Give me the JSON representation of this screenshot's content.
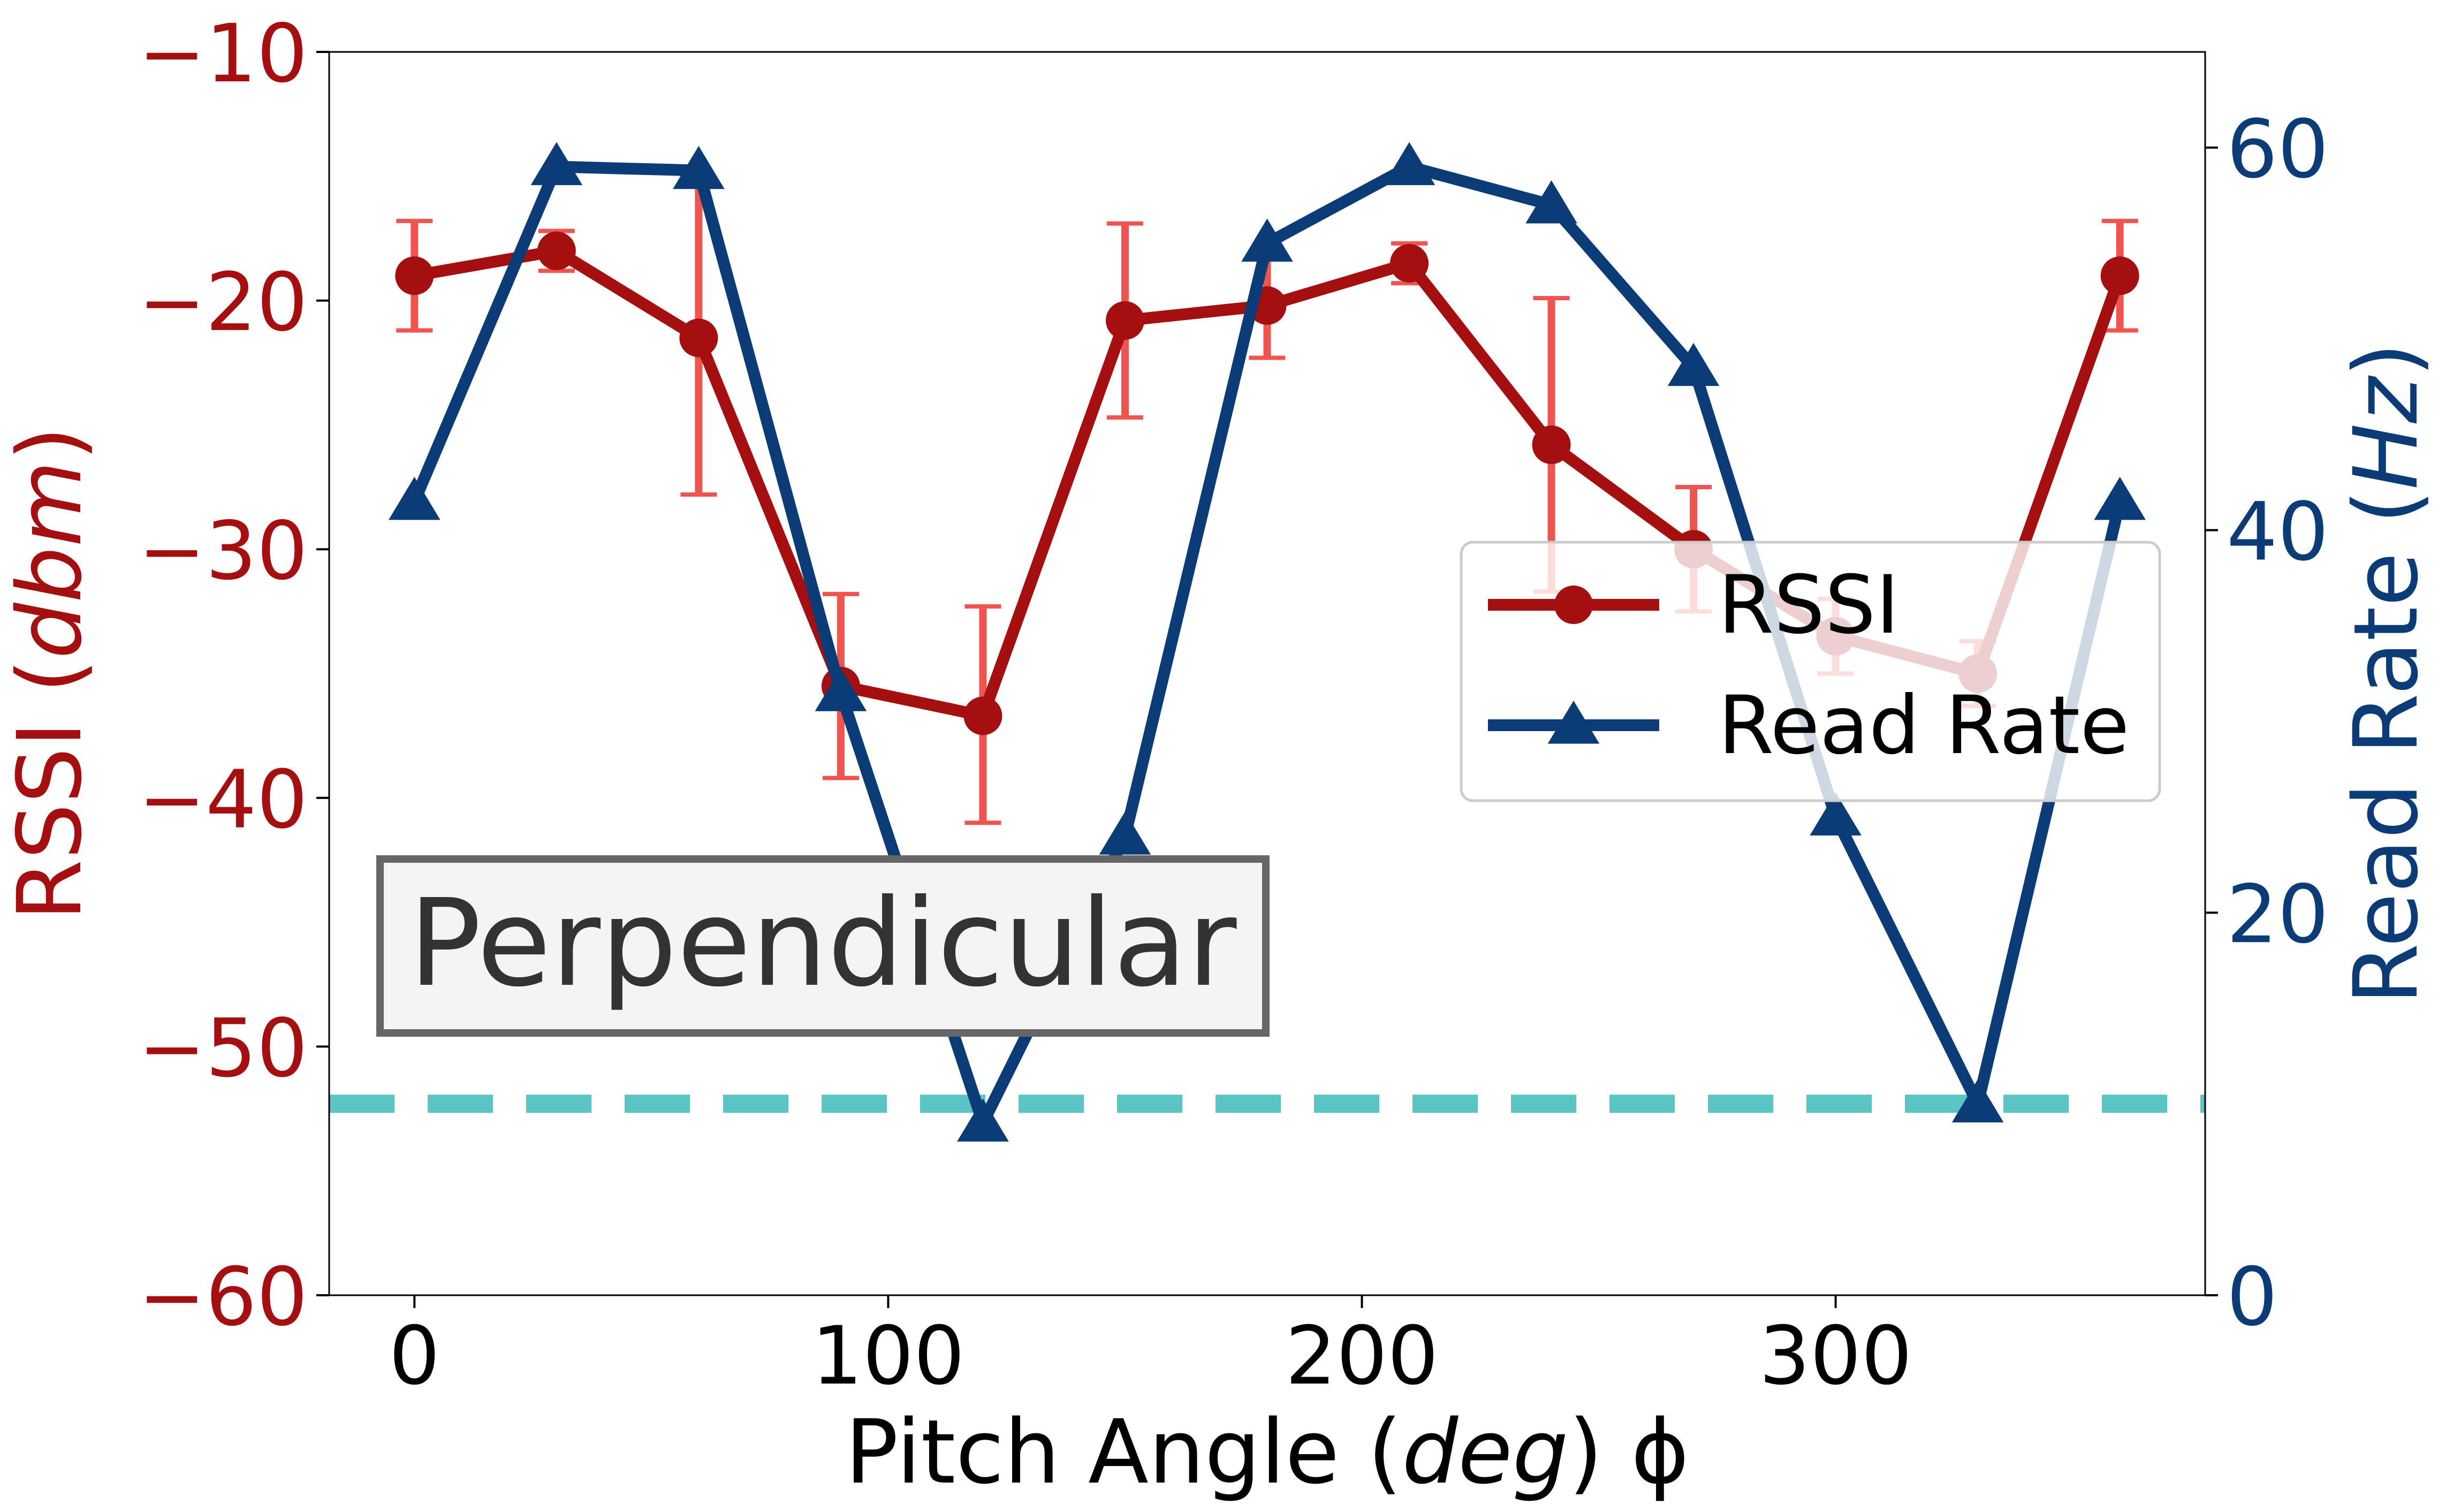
{
  "chart_data": {
    "type": "line",
    "xlabel": {
      "prefix": "Pitch Angle (",
      "italic": "deg",
      "suffix": ") ϕ"
    },
    "ylabel_left": {
      "prefix": "RSSI (",
      "italic": "dbm",
      "suffix": ")"
    },
    "ylabel_right": {
      "prefix": "Read Rate (",
      "italic": "Hz",
      "suffix": ")"
    },
    "xlim": [
      -18,
      378
    ],
    "ylim_left": [
      -60,
      -10
    ],
    "ylim_right": [
      0,
      65
    ],
    "x_ticks": [
      0,
      100,
      200,
      300
    ],
    "y_left_ticks": [
      -60,
      -50,
      -40,
      -30,
      -20,
      -10
    ],
    "y_right_ticks": [
      0,
      20,
      40,
      60
    ],
    "x_tick_labels": [
      "0",
      "100",
      "200",
      "300"
    ],
    "y_left_tick_labels": [
      "−60",
      "−50",
      "−40",
      "−30",
      "−20",
      "−10"
    ],
    "y_right_tick_labels": [
      "0",
      "20",
      "40",
      "60"
    ],
    "x": [
      0,
      30,
      60,
      90,
      120,
      150,
      180,
      210,
      240,
      270,
      300,
      330,
      360
    ],
    "series": [
      {
        "name": "RSSI",
        "axis": "left",
        "color": "#a50f0f",
        "error_color": "#f0544f",
        "marker": "circle",
        "values": [
          -19.0,
          -18.0,
          -21.5,
          -35.5,
          -36.7,
          -20.8,
          -20.2,
          -18.5,
          -25.8,
          -30.0,
          -33.5,
          -35.0,
          -19.0
        ],
        "err_low": [
          2.2,
          0.8,
          6.3,
          3.7,
          4.3,
          3.9,
          2.1,
          0.8,
          5.9,
          2.5,
          1.5,
          1.3,
          2.2
        ],
        "err_high": [
          2.2,
          0.8,
          6.2,
          3.7,
          4.4,
          3.9,
          2.1,
          0.8,
          5.9,
          2.5,
          1.5,
          1.3,
          2.2
        ]
      },
      {
        "name": "Read Rate",
        "axis": "right",
        "color": "#0b3c78",
        "marker": "triangle",
        "values": [
          41.5,
          59.0,
          58.8,
          31.5,
          9.0,
          24.0,
          55.0,
          59.0,
          57.0,
          48.5,
          25.0,
          10.0,
          41.5
        ]
      }
    ],
    "threshold": {
      "axis": "left",
      "value": -52.3,
      "color": "#5bc4c4",
      "style": "dashed"
    },
    "annotation": {
      "text": "Perpendicular"
    },
    "legend": {
      "placement": "center-right",
      "items": [
        "RSSI",
        "Read Rate"
      ]
    },
    "colors": {
      "left_axis": "#a50f0f",
      "right_axis": "#0b3c78",
      "x_axis": "#000000",
      "annotation_text": "#333333",
      "annotation_border": "#666666",
      "annotation_bg": "#f4f4f4"
    }
  }
}
